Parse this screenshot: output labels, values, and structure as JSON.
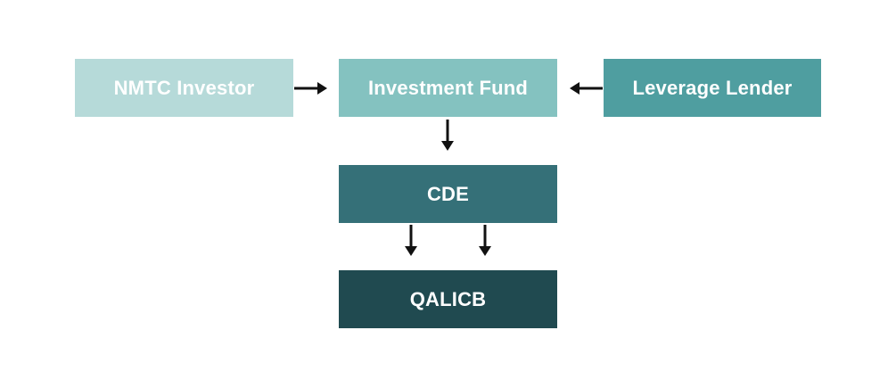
{
  "nodes": {
    "investor": {
      "label": "NMTC Investor",
      "color": "#b6dad9"
    },
    "fund": {
      "label": "Investment Fund",
      "color": "#84c2c0"
    },
    "lender": {
      "label": "Leverage Lender",
      "color": "#4f9ea0"
    },
    "cde": {
      "label": "CDE",
      "color": "#357078"
    },
    "qalicb": {
      "label": "QALICB",
      "color": "#204a50"
    }
  },
  "edges": [
    {
      "from": "NMTC Investor",
      "to": "Investment Fund"
    },
    {
      "from": "Leverage Lender",
      "to": "Investment Fund"
    },
    {
      "from": "Investment Fund",
      "to": "CDE"
    },
    {
      "from": "CDE",
      "to": "QALICB"
    },
    {
      "from": "CDE",
      "to": "QALICB"
    }
  ],
  "arrow_color": "#111111"
}
